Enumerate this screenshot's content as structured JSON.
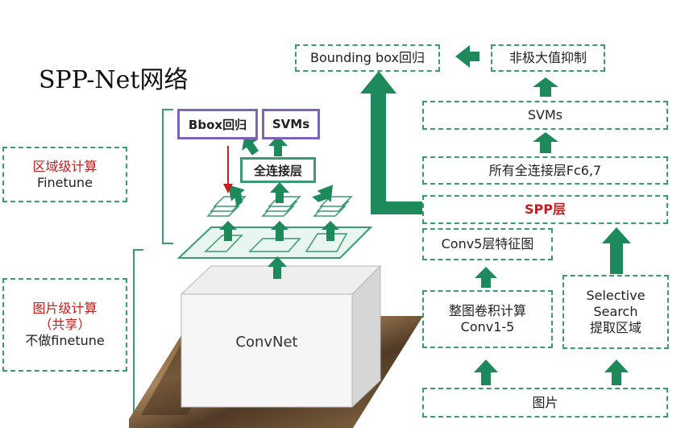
{
  "title": "SPP-Net网络",
  "left_labels": {
    "region": {
      "line1": "区域级计算",
      "line2": "Finetune"
    },
    "image": {
      "line1": "图片级计算",
      "line2": "（共享）",
      "line3": "不做finetune"
    }
  },
  "network": {
    "bbox": "Bbox回归",
    "svms": "SVMs",
    "fc": "全连接层",
    "convnet": "ConvNet"
  },
  "pipeline": {
    "bbox_regression": "Bounding box回归",
    "nms": "非极大值抑制",
    "svms": "SVMs",
    "fc67": "所有全连接层Fc6,7",
    "spp": "SPP层",
    "conv5": "Conv5层特征图",
    "conv_full_line1": "整图卷积计算",
    "conv_full_line2": "Conv1-5",
    "selective_line1": "Selective",
    "selective_line2": "Search",
    "selective_line3": "提取区域",
    "image": "图片"
  },
  "colors": {
    "arrow": "#1e8a5c",
    "dashed_border": "#3a9a72",
    "purple_border": "#7f63b8",
    "red_text": "#c0201f"
  }
}
